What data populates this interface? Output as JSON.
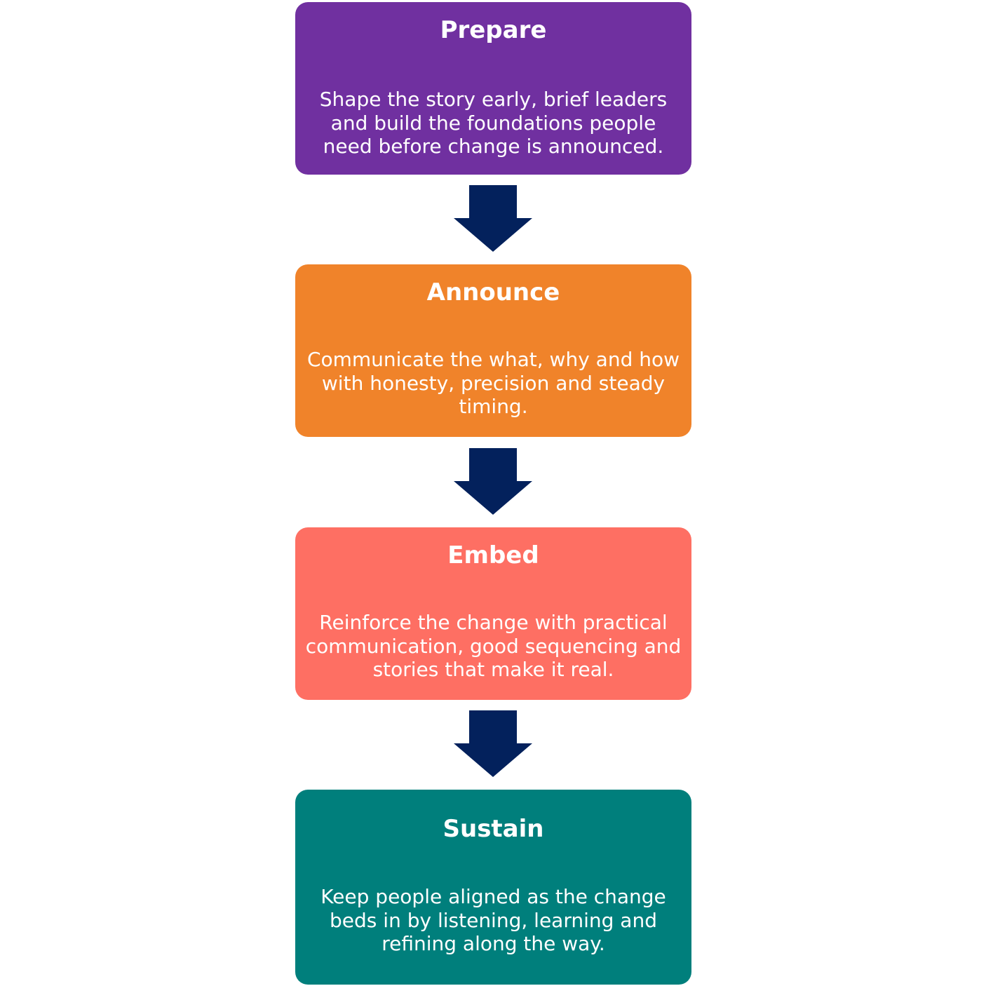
{
  "stages": [
    {
      "title": "Prepare",
      "description": "Shape the story early, brief leaders and build the foundations people need before change is announced.",
      "color": "#7030a0"
    },
    {
      "title": "Announce",
      "description": "Communicate the what, why and how with honesty, precision and steady timing.",
      "color": "#f0832a"
    },
    {
      "title": "Embed",
      "description": "Reinforce the change with practical communication, good sequencing and stories that make it real.",
      "color": "#fe6f63"
    },
    {
      "title": "Sustain",
      "description": "Keep people aligned as the change beds in by listening, learning and refining along the way.",
      "color": "#007f7c"
    }
  ],
  "arrow_color": "#03215c",
  "arrow_icon": "down-arrow-icon"
}
